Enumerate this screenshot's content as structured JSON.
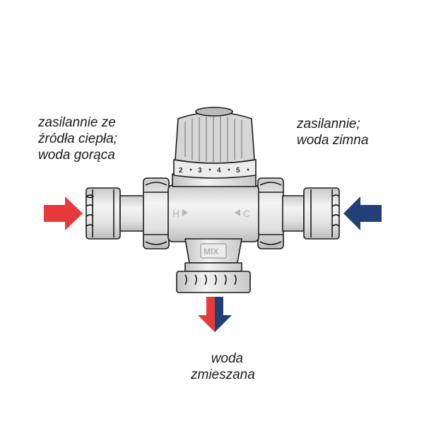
{
  "labels": {
    "hot_supply": [
      "zasilannie ze",
      "źródła ciepła;",
      "woda gorąca"
    ],
    "cold_supply": [
      "zasilannie;",
      "woda zimna"
    ],
    "mixed_out": [
      "woda",
      "zmieszana"
    ]
  },
  "valve": {
    "scale": [
      "2",
      "3",
      "4",
      "5"
    ],
    "hot_marker": "H",
    "cold_marker": "C",
    "outlet_marker": "MIX"
  },
  "colors": {
    "hot_arrow": "#e8393a",
    "cold_arrow": "#233f7a",
    "metal_light": "#eeeeee",
    "metal_mid": "#d9d9d9",
    "metal_dark": "#bdbdbd",
    "knob": "#d6d6d6",
    "outline": "#1b1b1b"
  },
  "icons": {
    "hot_inlet": "arrow-right-icon",
    "cold_inlet": "arrow-left-icon",
    "mixed_outlet": "arrow-down-icon"
  }
}
